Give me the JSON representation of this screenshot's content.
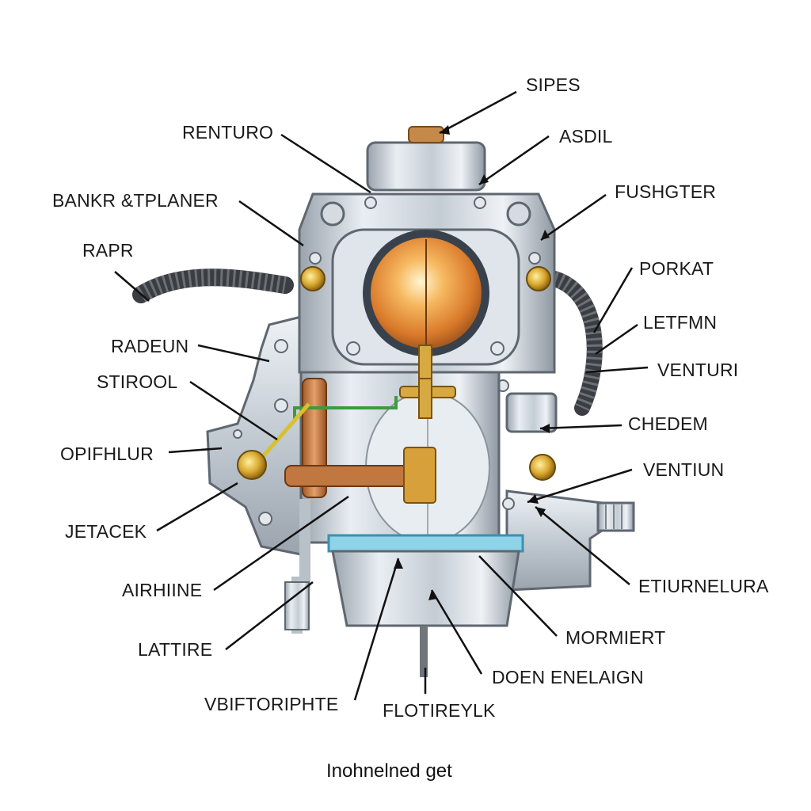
{
  "caption": "Inohnelned get",
  "labels": {
    "sipes": "SIPES",
    "renturo": "RENTURO",
    "asdil": "ASDIL",
    "bankr": "BANKR &TPLANER",
    "fushgter": "FUSHGTER",
    "rapr": "RAPR",
    "porkat": "PORKAT",
    "letfmn": "LETFMN",
    "radeun": "RADEUN",
    "venturi": "VENTURI",
    "stirool": "STIROOL",
    "chedem": "CHEDEM",
    "opifhlur": "OPIFHLUR",
    "ventiun": "VENTIUN",
    "jetacek": "JETACEK",
    "airhiine": "AIRHIINE",
    "etiurnelura": "ETIURNELURA",
    "mormiert": "MORMIERT",
    "lattire": "LATTIRE",
    "doen": "DOEN ENELAIGN",
    "vbiftoriphte": "VBIFTORIPHTE",
    "flotireylk": "FLOTIREYLK"
  }
}
